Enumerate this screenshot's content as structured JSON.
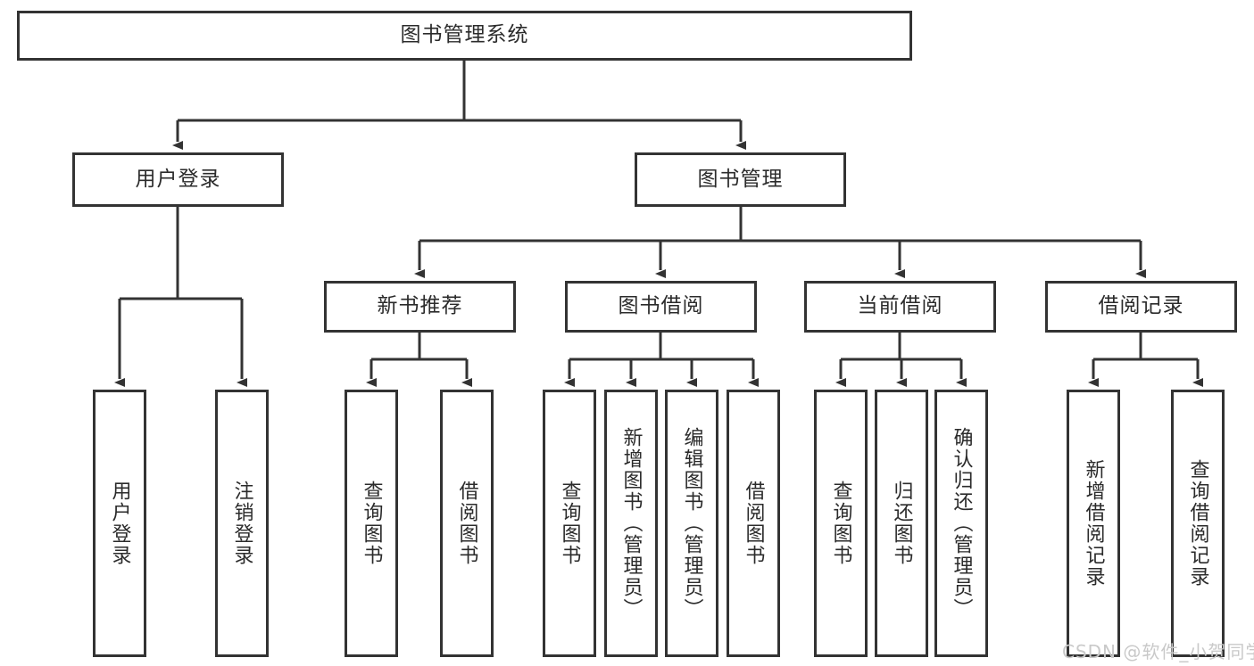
{
  "diagram": {
    "type": "tree-hierarchy-chart",
    "title_node": {
      "label": "图书管理系统"
    },
    "level2": [
      {
        "id": "user-login",
        "label": "用户登录"
      },
      {
        "id": "book-management",
        "label": "图书管理"
      }
    ],
    "level3": [
      {
        "id": "new-book-recommend",
        "label": "新书推荐"
      },
      {
        "id": "book-borrow",
        "label": "图书借阅"
      },
      {
        "id": "current-borrow",
        "label": "当前借阅"
      },
      {
        "id": "borrow-record",
        "label": "借阅记录"
      }
    ],
    "leaves": {
      "user_login": [
        {
          "id": "leaf-user-login",
          "label": "用户登录"
        },
        {
          "id": "leaf-logout-login",
          "label": "注销登录"
        }
      ],
      "new_book_recommend": [
        {
          "id": "leaf-query-book-1",
          "label": "查询图书"
        },
        {
          "id": "leaf-borrow-book-1",
          "label": "借阅图书"
        }
      ],
      "book_borrow": [
        {
          "id": "leaf-query-book-2",
          "label": "查询图书"
        },
        {
          "id": "leaf-add-book",
          "label": "新增图书（管理员）"
        },
        {
          "id": "leaf-edit-book",
          "label": "编辑图书（管理员）"
        },
        {
          "id": "leaf-borrow-book-2",
          "label": "借阅图书"
        }
      ],
      "current_borrow": [
        {
          "id": "leaf-query-book-3",
          "label": "查询图书"
        },
        {
          "id": "leaf-return-book",
          "label": "归还图书"
        },
        {
          "id": "leaf-confirm-return",
          "label": "确认归还（管理员）"
        }
      ],
      "borrow_record": [
        {
          "id": "leaf-add-record",
          "label": "新增借阅记录"
        },
        {
          "id": "leaf-query-record",
          "label": "查询借阅记录"
        }
      ]
    }
  },
  "watermark": {
    "text": "CSDN @软件_小贺同学"
  },
  "colors": {
    "stroke": "#333333",
    "text": "#2b2b2b",
    "background": "#ffffff",
    "watermark": "#c9c9c9"
  }
}
